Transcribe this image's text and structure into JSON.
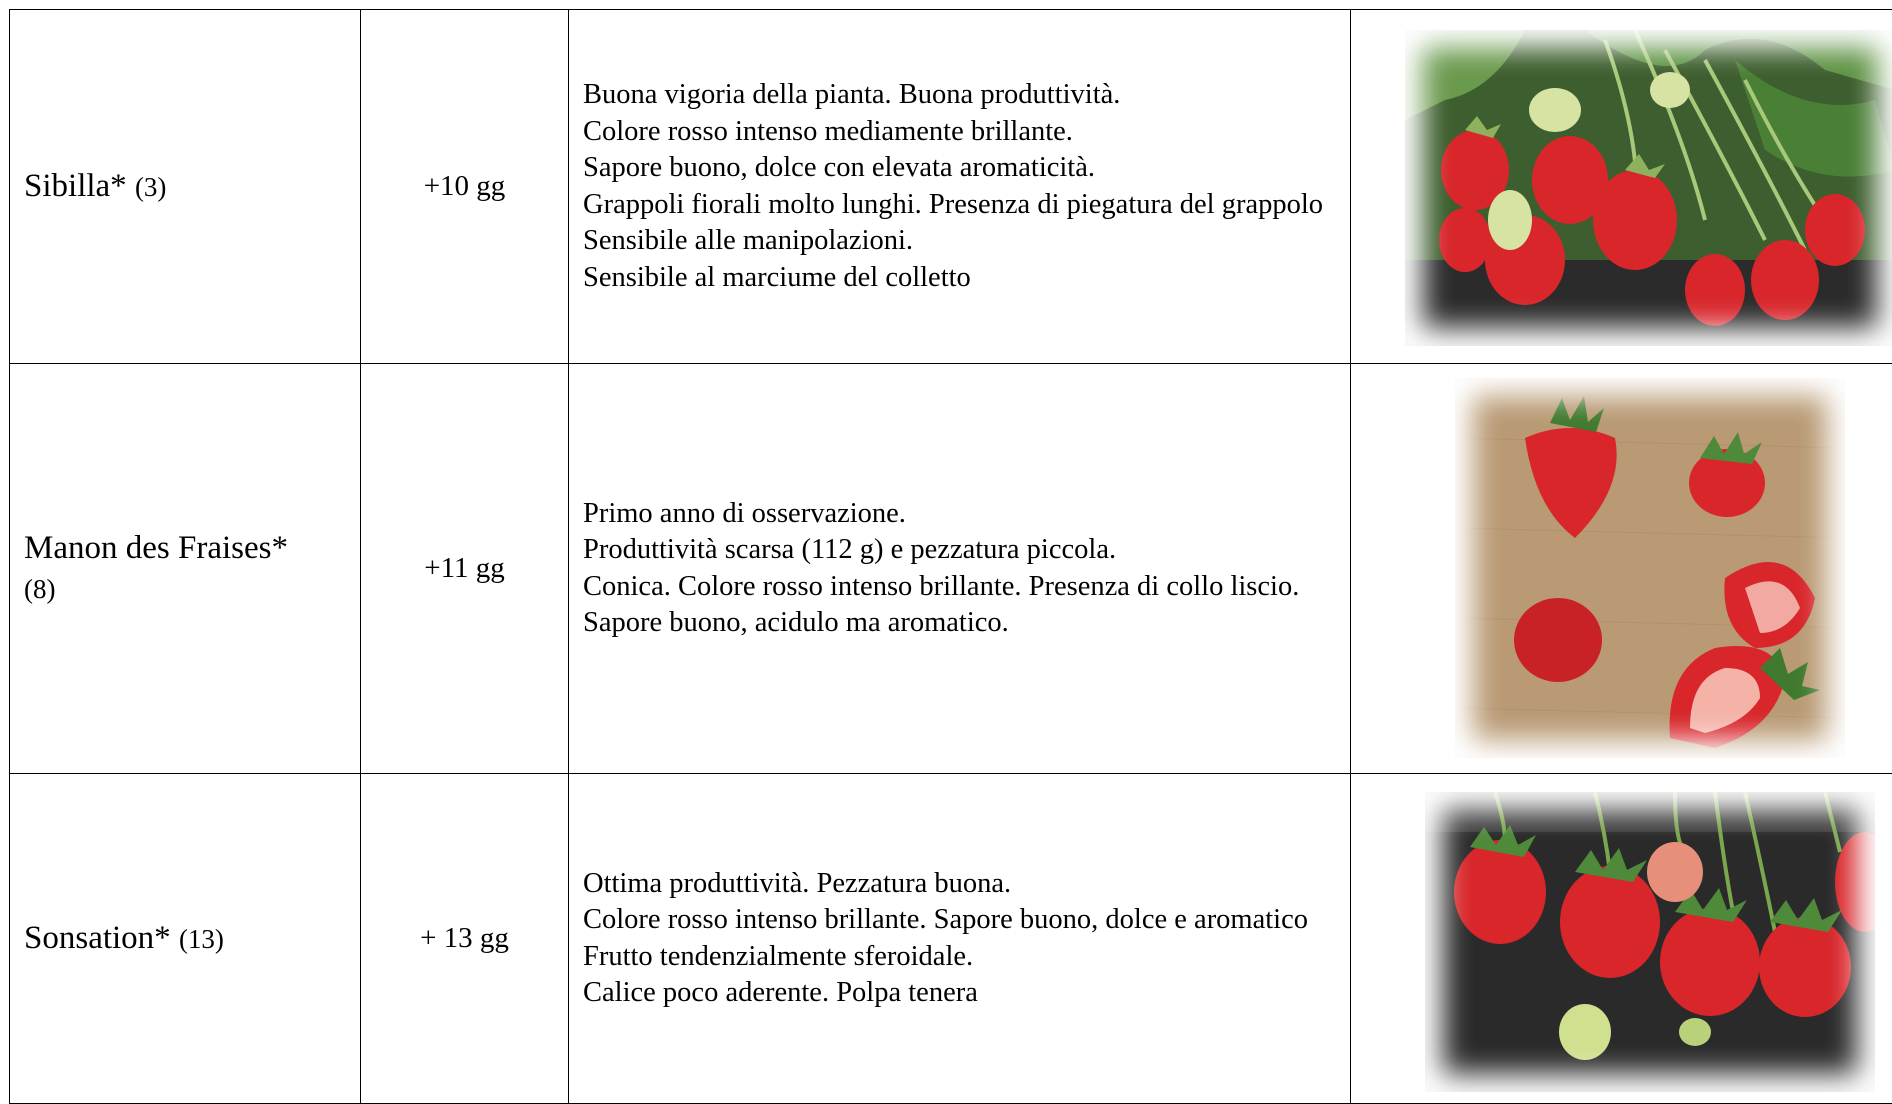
{
  "rows": [
    {
      "name": "Sibilla*",
      "num": "(3)",
      "days": "+10 gg",
      "desc": [
        "Buona vigoria della pianta. Buona produttività.",
        "Colore rosso intenso mediamente brillante.",
        "Sapore buono, dolce con elevata aromaticità.",
        "Grappoli fiorali molto lunghi. Presenza di piegatura del grappolo",
        "Sensibile alle manipolazioni.",
        "Sensibile al marciume del colletto"
      ],
      "photo": "strawberry-plant-cluster"
    },
    {
      "name": "Manon des Fraises*",
      "num": "(8)",
      "days": "+11 gg",
      "desc": [
        "Primo anno di osservazione.",
        "Produttività scarsa (112 g) e pezzatura piccola.",
        "Conica. Colore rosso intenso brillante. Presenza di collo liscio.",
        "Sapore buono, acidulo ma aromatico."
      ],
      "photo": "strawberries-on-paper"
    },
    {
      "name": "Sonsation*",
      "num": "(13)",
      "days": "+ 13 gg",
      "desc": [
        "Ottima produttività. Pezzatura buona.",
        "Colore rosso intenso brillante. Sapore buono, dolce e aromatico",
        "Frutto tendenzialmente sferoidale.",
        "Calice poco aderente. Polpa tenera"
      ],
      "photo": "strawberries-hanging"
    }
  ],
  "colors": {
    "strawberry": "#d8262b",
    "leaf": "#4f8a3a",
    "paper": "#b99a74",
    "mulch": "#2a2a2a"
  }
}
